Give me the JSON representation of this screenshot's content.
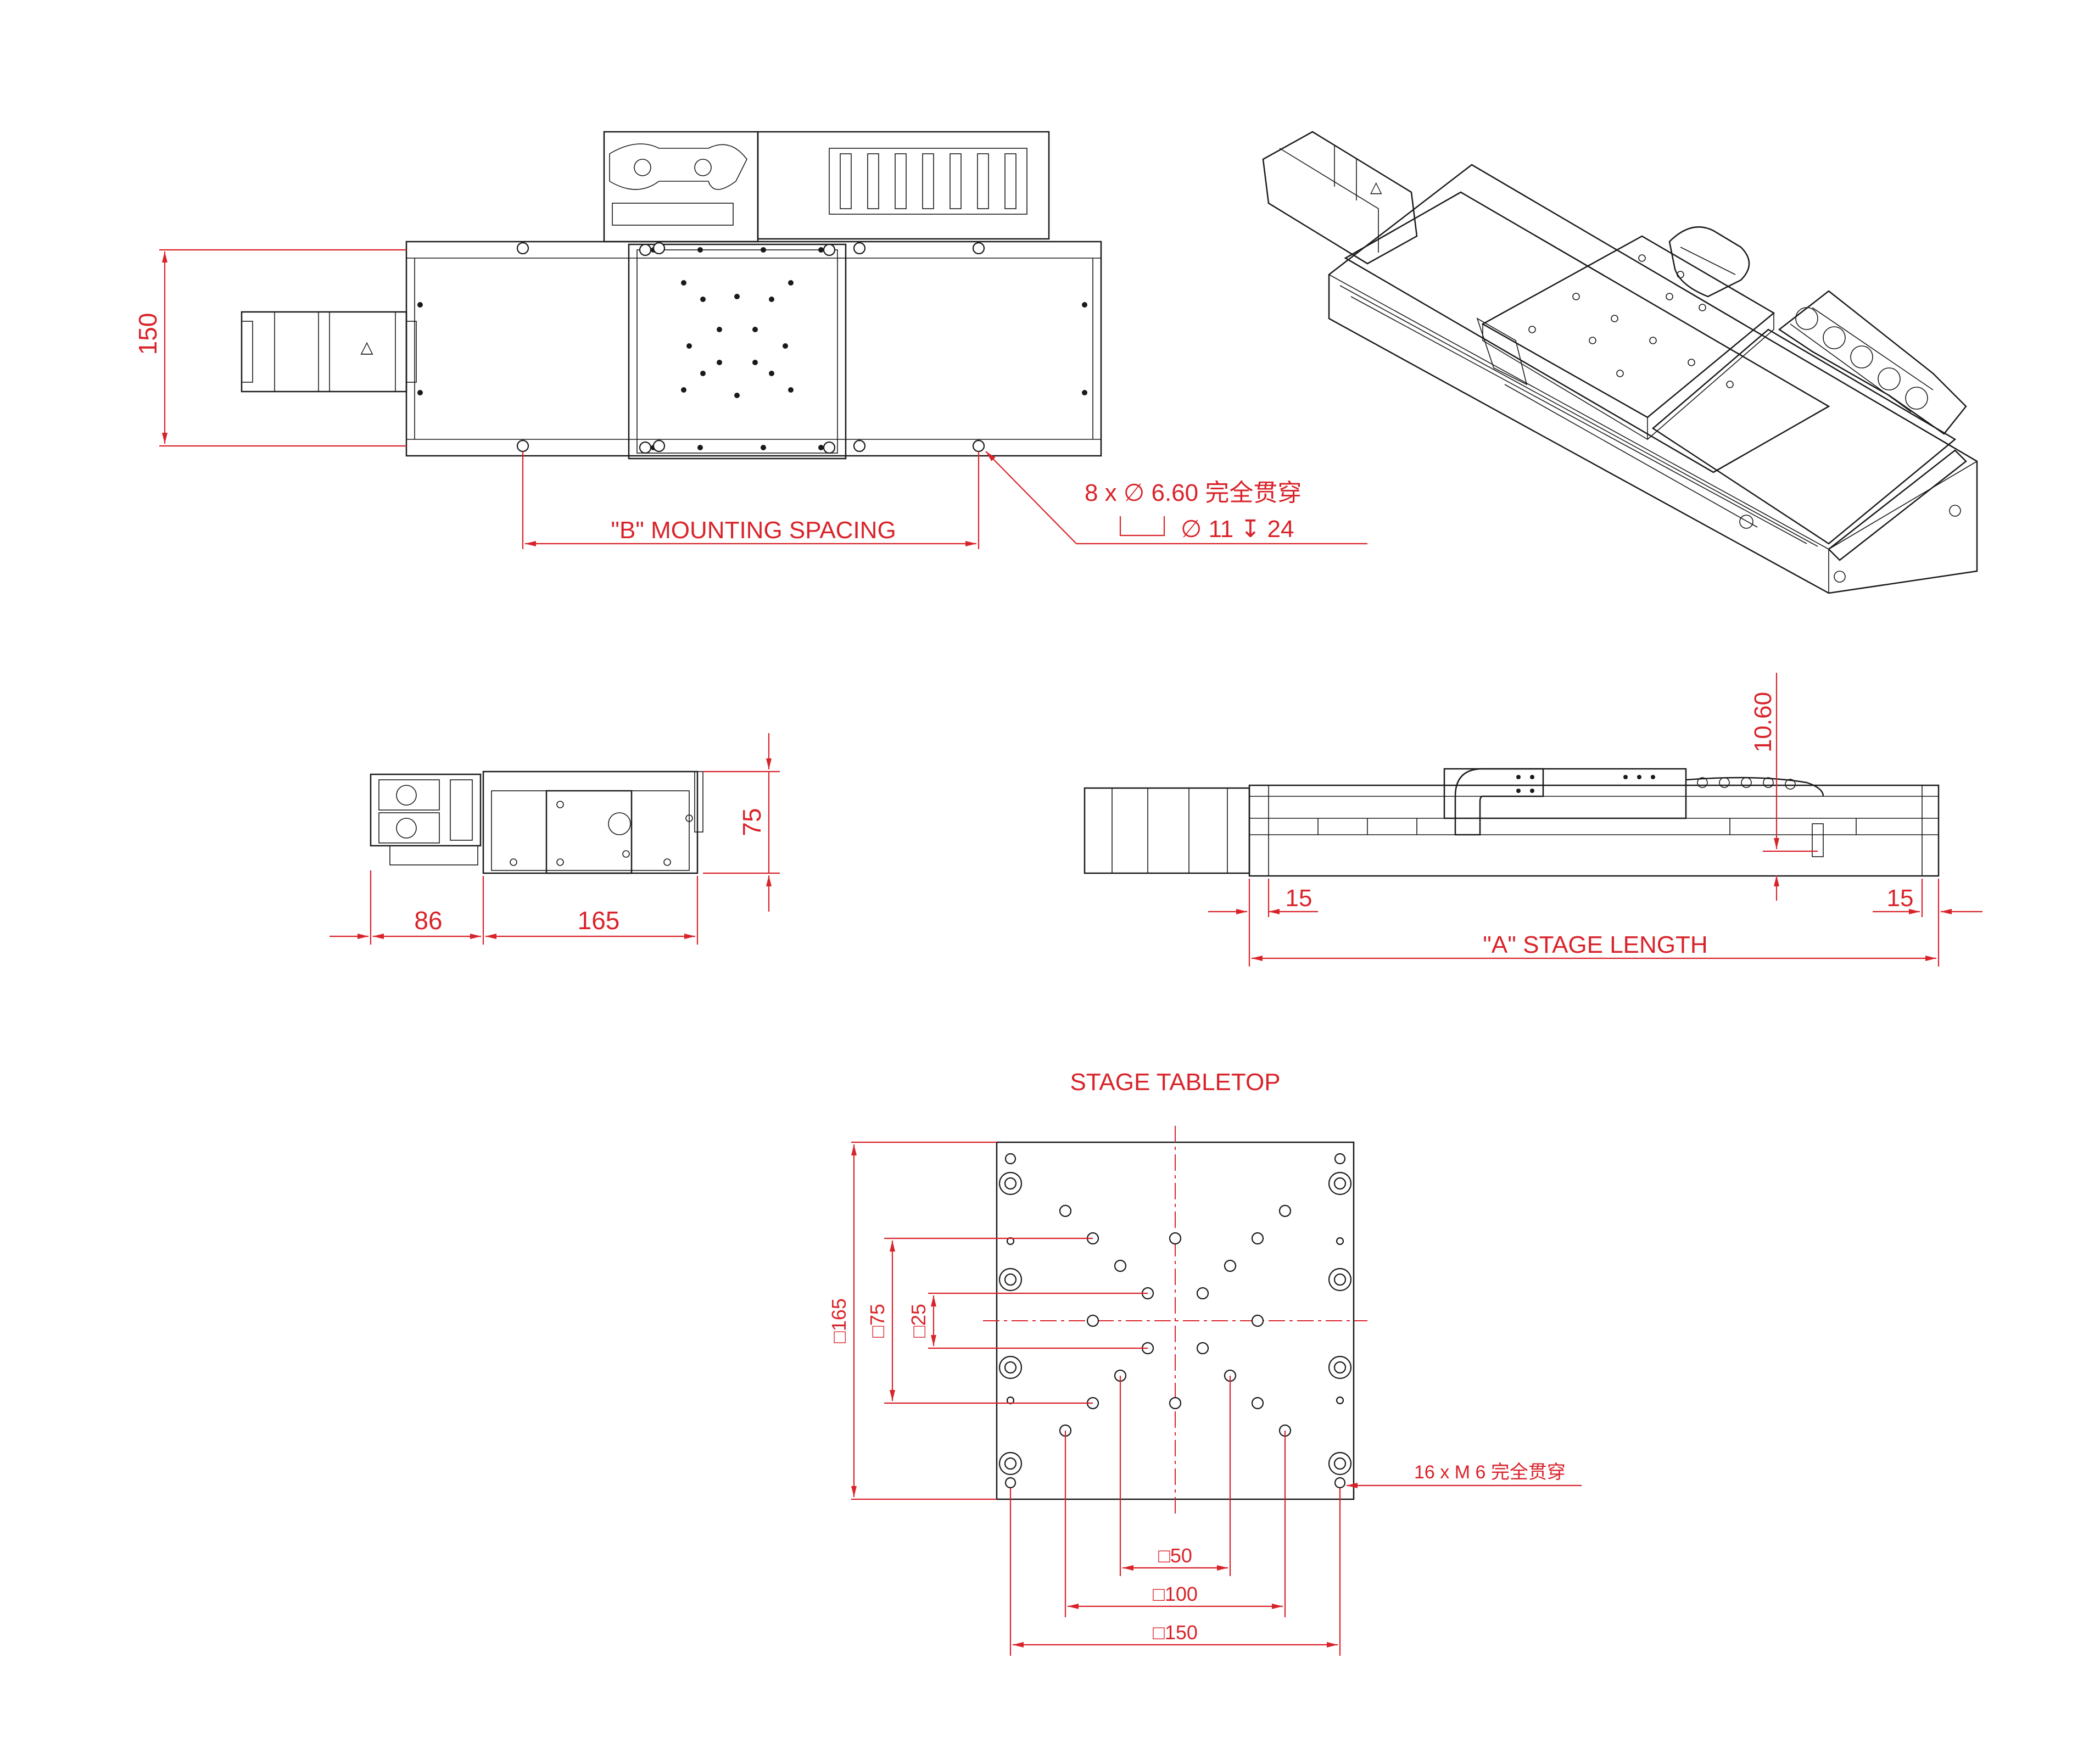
{
  "drawing": {
    "colors": {
      "dimension": "#d9232a",
      "outline": "#1a1a1a",
      "background": "#ffffff"
    },
    "top_view": {
      "width_dim": "150",
      "mounting_label": "\"B\" MOUNTING SPACING",
      "hole_callout_line1": "8 x ∅ 6.60 完全贯穿",
      "hole_callout_line2": "∅ 11 ↧ 24"
    },
    "end_view": {
      "height_dim": "75",
      "dim_left": "86",
      "dim_right": "165"
    },
    "side_view": {
      "height_dim": "10.60",
      "left_margin": "15",
      "right_margin": "15",
      "length_label": "\"A\" STAGE LENGTH"
    },
    "tabletop": {
      "title": "STAGE TABLETOP",
      "dim_165": "□165",
      "dim_75": "□75",
      "dim_25": "□25",
      "dim_50": "□50",
      "dim_100": "□100",
      "dim_150": "□150",
      "hole_callout": "16 x M 6 完全贯穿"
    },
    "motor_symbol": "△"
  }
}
